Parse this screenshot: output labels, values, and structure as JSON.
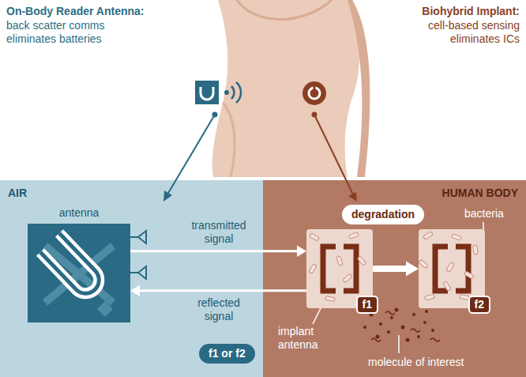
{
  "diagram": {
    "nodes": [
      {
        "text": [
          "AIR"
        ]
      },
      {
        "text": [
          "HUMAN BODY"
        ]
      },
      {
        "text": [
          "antenna"
        ],
        "in": 0
      },
      {
        "text": [
          "f1"
        ],
        "in": 1
      },
      {
        "text": [
          "f2"
        ],
        "in": 1
      },
      {
        "text": [
          "degradation"
        ],
        "in": 1
      },
      {
        "text": [
          "f1 or f2"
        ],
        "in": 0
      }
    ],
    "edges": [
      {
        "from": 2,
        "to": 3,
        "label": "transmitted signal",
        "arrow": "to"
      },
      {
        "from": 3,
        "to": 2,
        "label": "reflected signal",
        "arrow": "to"
      },
      {
        "from": 3,
        "to": 4,
        "arrow": "to"
      }
    ],
    "labels": [
      "On-Body Reader Antenna:",
      "back scatter comms eliminates batteries",
      "Biohybrid Implant:",
      "cell-based sensing eliminates ICs",
      "bacteria",
      "implant antenna",
      "molecule of interest"
    ]
  }
}
